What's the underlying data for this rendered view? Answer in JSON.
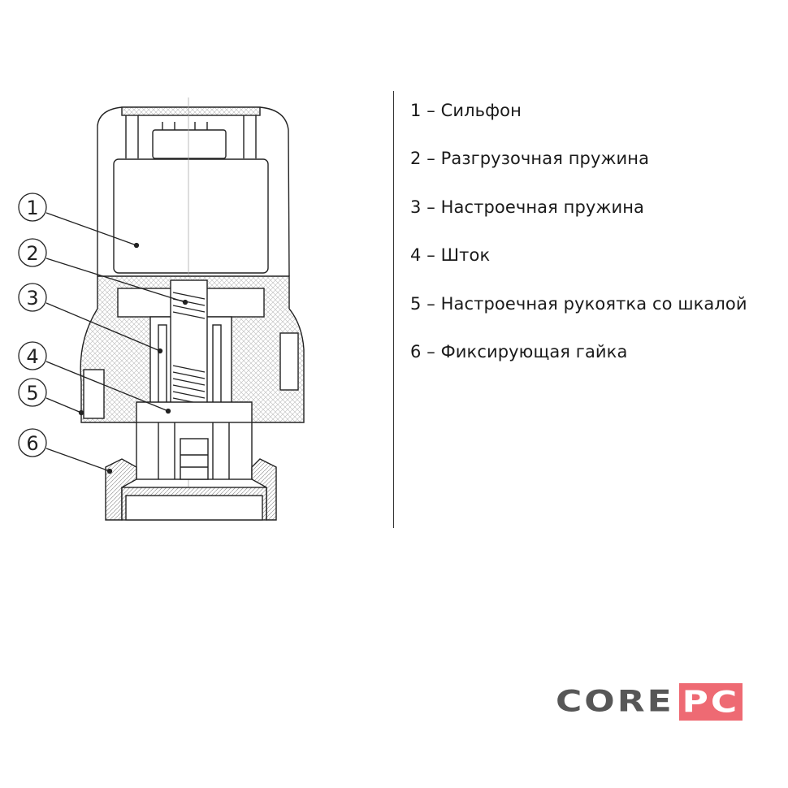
{
  "diagram": {
    "callouts": [
      "1",
      "2",
      "3",
      "4",
      "5",
      "6"
    ]
  },
  "legend": {
    "items": [
      {
        "number": "1",
        "label": "1 – Сильфон"
      },
      {
        "number": "2",
        "label": "2 – Разгрузочная пружина"
      },
      {
        "number": "3",
        "label": "3 – Настроечная пружина"
      },
      {
        "number": "4",
        "label": "4 – Шток"
      },
      {
        "number": "5",
        "label": "5 – Настроечная рукоятка со шкалой"
      },
      {
        "number": "6",
        "label": "6 – Фиксирующая гайка"
      }
    ]
  },
  "logo": {
    "part1": "CORE",
    "part2": "PC",
    "colors": {
      "gray": "#575757",
      "red": "#ee6a73"
    }
  }
}
